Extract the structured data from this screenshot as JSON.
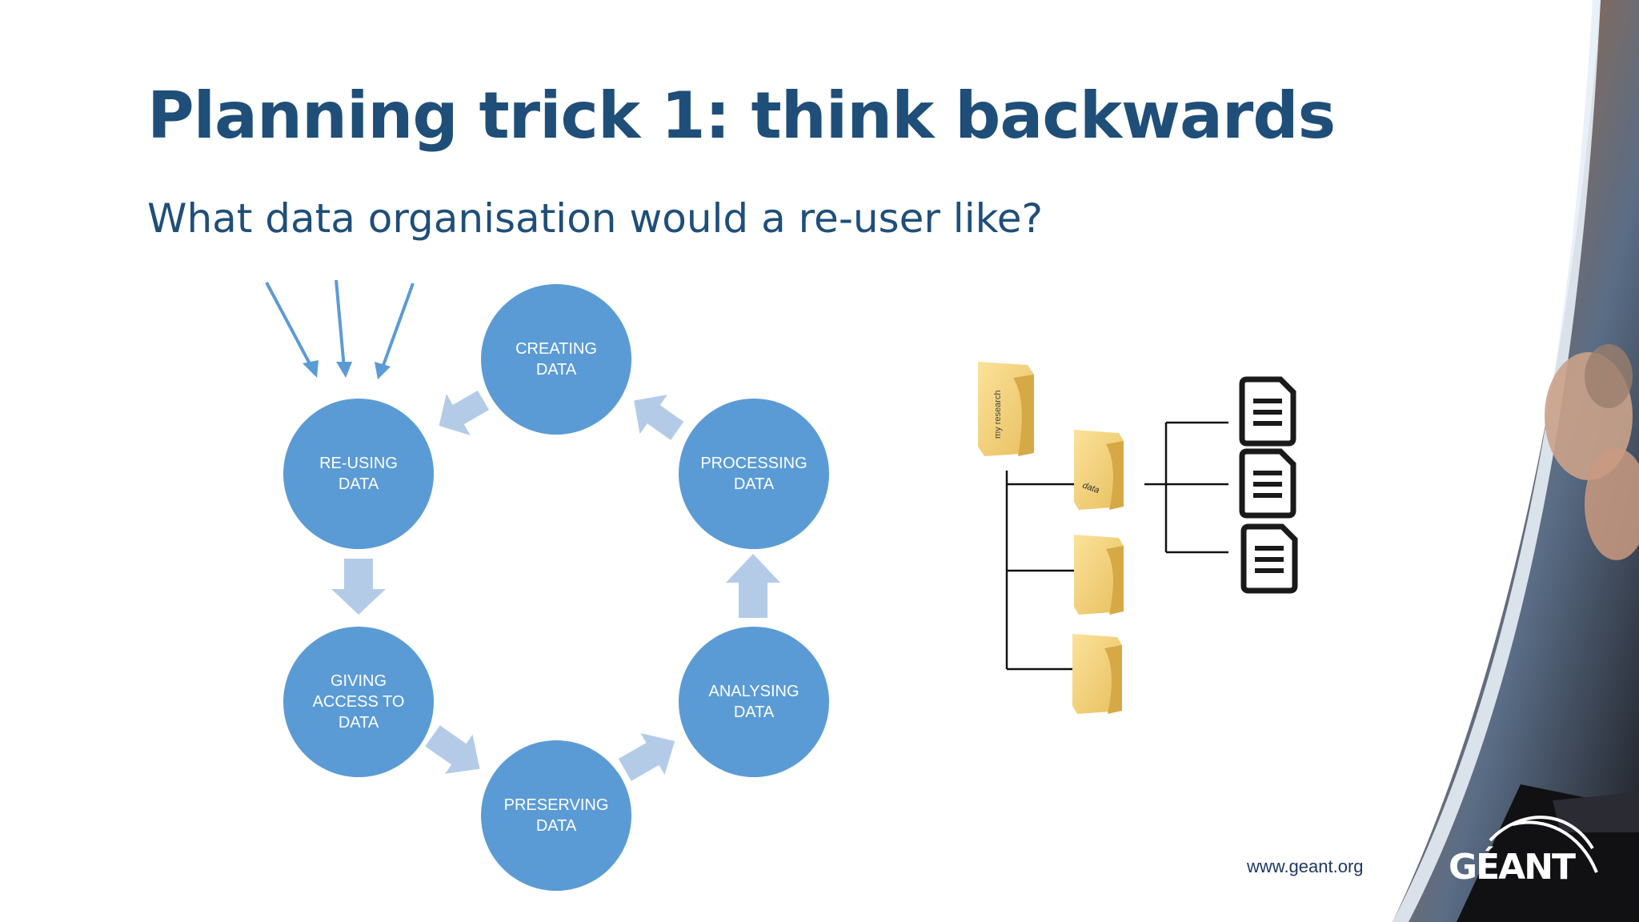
{
  "slide": {
    "title": "Planning trick 1: think backwards",
    "subtitle": "What data organisation would a re-user like?"
  },
  "lifecycle": {
    "nodes": [
      {
        "id": "creating",
        "label": "CREATING\nDATA"
      },
      {
        "id": "processing",
        "label": "PROCESSING\nDATA"
      },
      {
        "id": "analysing",
        "label": "ANALYSING\nDATA"
      },
      {
        "id": "preserving",
        "label": "PRESERVING\nDATA"
      },
      {
        "id": "giving-access",
        "label": "GIVING\nACCESS TO\nDATA"
      },
      {
        "id": "reusing",
        "label": "RE-USING\nDATA"
      }
    ]
  },
  "folder_tree": {
    "root_label": "my research",
    "child_label": "data"
  },
  "footer": {
    "website": "www.geant.org",
    "brand": "GÉANT"
  },
  "colors": {
    "title": "#1f4e79",
    "node": "#5b9bd5",
    "cycle_arrow": "#b4cbe8",
    "folder": "#f4d27a"
  }
}
